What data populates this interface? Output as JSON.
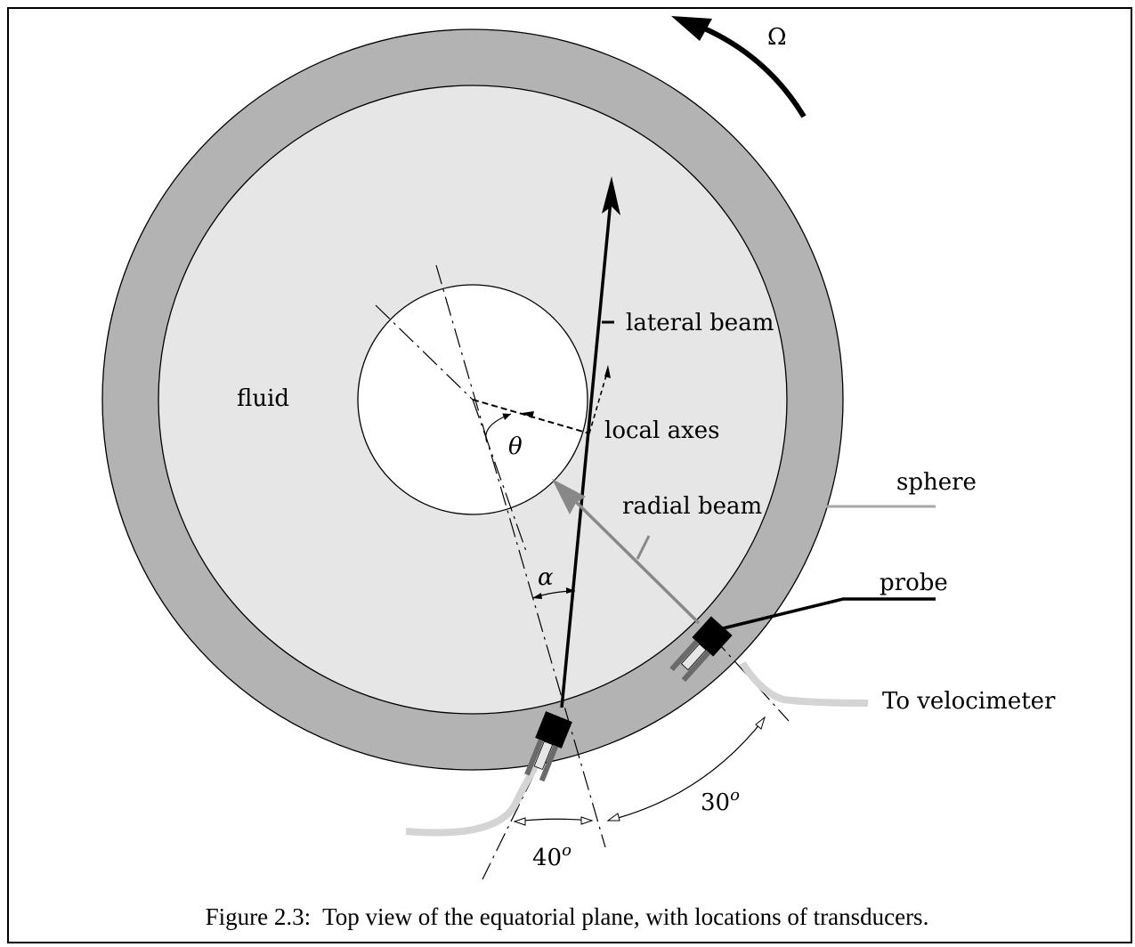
{
  "diagram": {
    "labels": {
      "omega": "Ω",
      "lateral_beam": "lateral beam",
      "fluid": "fluid",
      "local_axes": "local axes",
      "theta": "θ",
      "sphere": "sphere",
      "radial_beam": "radial beam",
      "probe": "probe",
      "alpha": "α",
      "to_velocimeter": "To velocimeter",
      "angle_30": "30",
      "angle_40": "40",
      "degree_symbol": "o"
    },
    "colors": {
      "shell": "#b3b3b3",
      "fluid": "#e6e6e6",
      "radial_beam": "#888888",
      "cable": "#d4d4d4",
      "sphere_leader": "#a6a6a6"
    }
  },
  "caption": {
    "text": "Figure 2.3:  Top view of the equatorial plane, with locations of transducers."
  }
}
